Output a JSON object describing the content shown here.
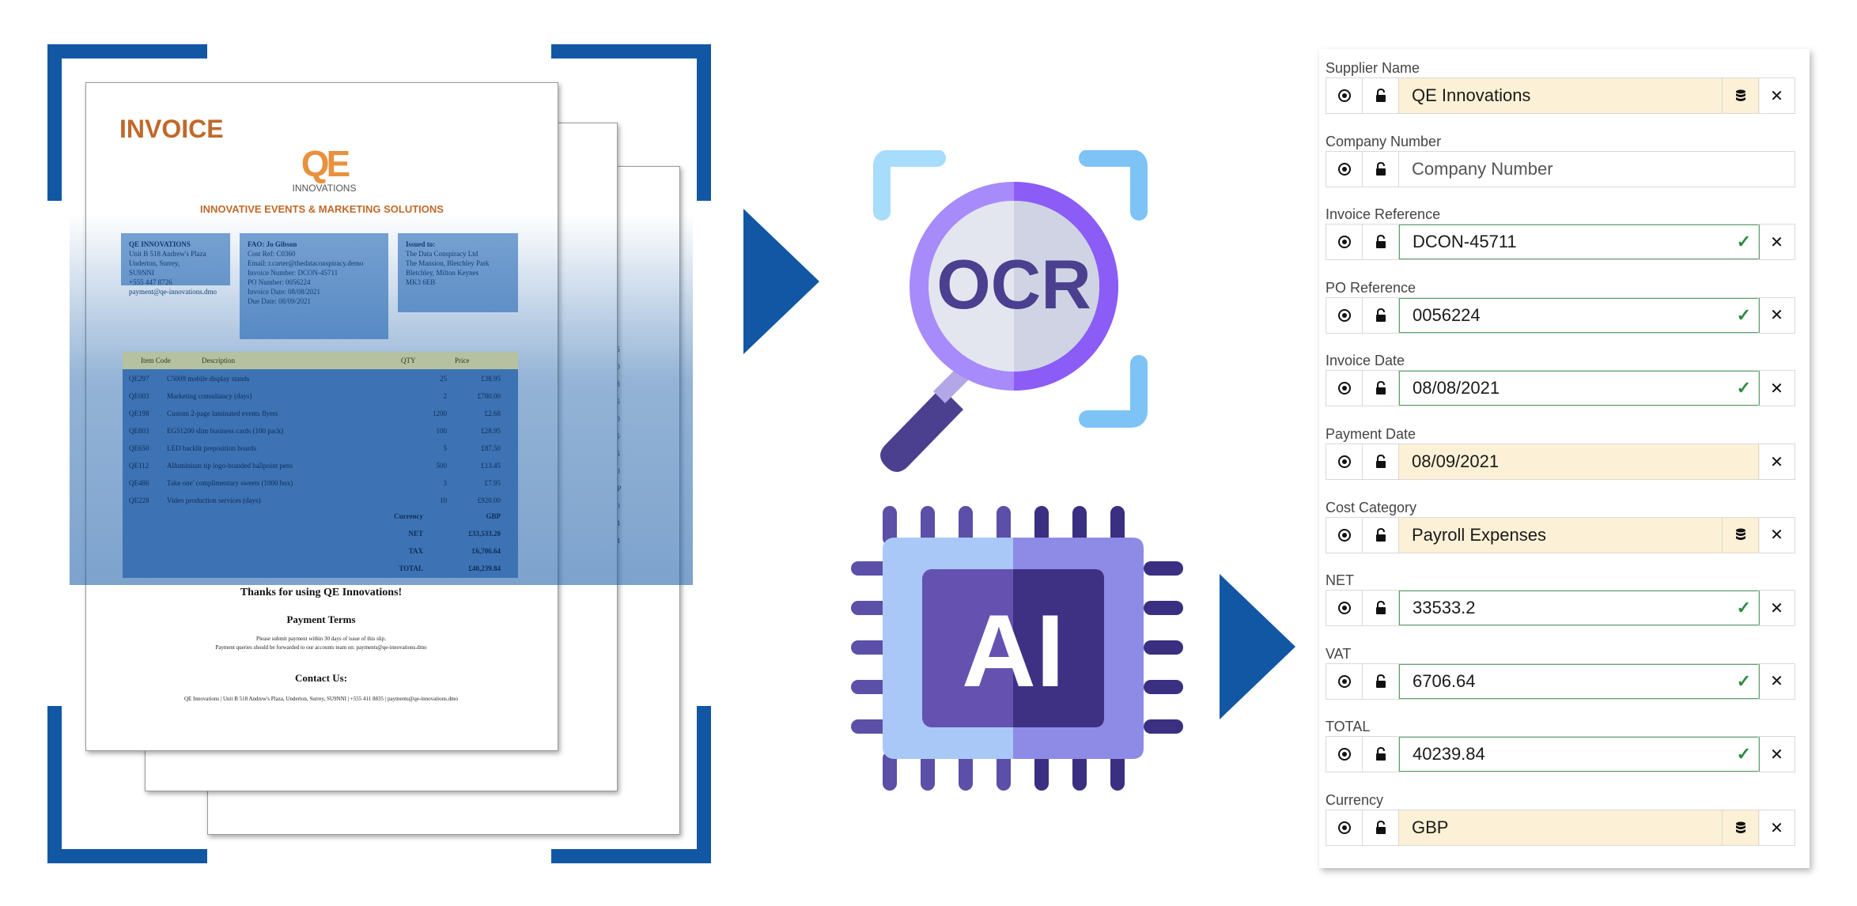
{
  "invoice": {
    "title": "INVOICE",
    "logo_letters": "QE",
    "logo_sub": "INNOVATIONS",
    "tagline": "INNOVATIVE EVENTS & MARKETING SOLUTIONS",
    "supplier_box": [
      "QE INNOVATIONS",
      "Unit B 518 Andrew's Plaza",
      "Underton, Surrey,",
      "SU9NNI",
      "+555 447 8726",
      "payment@qe-innovations.dmo"
    ],
    "fao_box": [
      "FAO: Jo Gibson",
      "Cost Ref: C0360",
      "Email: r.carter@thedataconspiracy.demo",
      "Invoice Number: DCON-45711",
      "PO Number: 0056224",
      "Invoice Date: 08/08/2021",
      "Due Date: 08/09/2021"
    ],
    "issued_box": [
      "Issued to:",
      "The Data Conspiracy Ltd",
      "The Mansion, Bletchley Park",
      "Bletchley, Milton Keynes",
      "MK3 6EB"
    ],
    "table_headers": [
      "Item Code",
      "Description",
      "QTY",
      "Price"
    ],
    "rows": [
      [
        "QE297",
        "C5009 mobile display stands",
        "25",
        "£38.95"
      ],
      [
        "QE003",
        "Marketing consultancy (days)",
        "2",
        "£780.00"
      ],
      [
        "QE198",
        "Custom 2-page laminated events flyers",
        "1200",
        "£2.68"
      ],
      [
        "QE803",
        "EG51200 slim business cards (100 pack)",
        "100",
        "£28.95"
      ],
      [
        "QE650",
        "LED backlit preposition boards",
        "5",
        "£87.50"
      ],
      [
        "QE112",
        "Alluminium tip logo-branded ballpoint pens",
        "500",
        "£13.45"
      ],
      [
        "QE486",
        "Take one' complimentary sweets (1000 box)",
        "3",
        "£7.95"
      ],
      [
        "QE228",
        "Video production services (days)",
        "10",
        "£920.00"
      ]
    ],
    "totals": [
      [
        "Currency",
        "GBP"
      ],
      [
        "NET",
        "£33,533.20"
      ],
      [
        "TAX",
        "£6,706.64"
      ],
      [
        "TOTAL",
        "£40,239.84"
      ]
    ],
    "thanks": "Thanks for using QE Innovations!",
    "payment_terms": "Payment Terms",
    "terms_line1": "Please submit payment within 30 days of issue of this slip.",
    "terms_line2": "Payment queries should be forwarded to our accounts team on: payments@qe-innovations.dmo",
    "contact": "Contact Us:",
    "footer": "QE Innovations | Unit B 518 Andrew's Plaza, Underton, Surrey, SU9NNI | +555 411 8835 | payments@qe-innovations.dmo"
  },
  "back_pages": {
    "fragments": [
      "rk",
      "rk",
      "95",
      "00",
      "68",
      "95",
      "50",
      "45",
      "95",
      "00",
      "20",
      "64",
      "84",
      "3.95",
      "0.00",
      "2.68",
      "3.95",
      "7.50",
      "3.45",
      "7.95",
      "0.00",
      "GBP",
      "3.20",
      "5.64",
      "9.84"
    ]
  },
  "ocr": {
    "label": "OCR"
  },
  "ai": {
    "label": "AI"
  },
  "fields": [
    {
      "label": "Supplier Name",
      "value": "QE Innovations",
      "state": "yellow",
      "side": "db"
    },
    {
      "label": "Company Number",
      "value": "Company Number",
      "state": "empty",
      "side": "none"
    },
    {
      "label": "Invoice Reference",
      "value": "DCON-45711",
      "state": "green",
      "side": "x"
    },
    {
      "label": "PO Reference",
      "value": "0056224",
      "state": "green",
      "side": "x"
    },
    {
      "label": "Invoice Date",
      "value": "08/08/2021",
      "state": "green",
      "side": "x"
    },
    {
      "label": "Payment Date",
      "value": "08/09/2021",
      "state": "yellow",
      "side": "x"
    },
    {
      "label": "Cost Category",
      "value": "Payroll Expenses",
      "state": "yellow",
      "side": "db"
    },
    {
      "label": "NET",
      "value": "33533.2",
      "state": "green",
      "side": "x"
    },
    {
      "label": "VAT",
      "value": "6706.64",
      "state": "green",
      "side": "x"
    },
    {
      "label": "TOTAL",
      "value": "40239.84",
      "state": "green",
      "side": "x"
    },
    {
      "label": "Currency",
      "value": "GBP",
      "state": "yellow",
      "side": "db"
    }
  ],
  "icons": {
    "target": "target-icon",
    "unlock": "unlock-icon",
    "database": "database-icon",
    "close": "close-icon",
    "check": "check-icon"
  },
  "colors": {
    "brand_blue": "#1257a4",
    "invoice_orange": "#c0692a",
    "field_yellow": "#fcf1d6",
    "field_green_border": "#5aa469"
  }
}
